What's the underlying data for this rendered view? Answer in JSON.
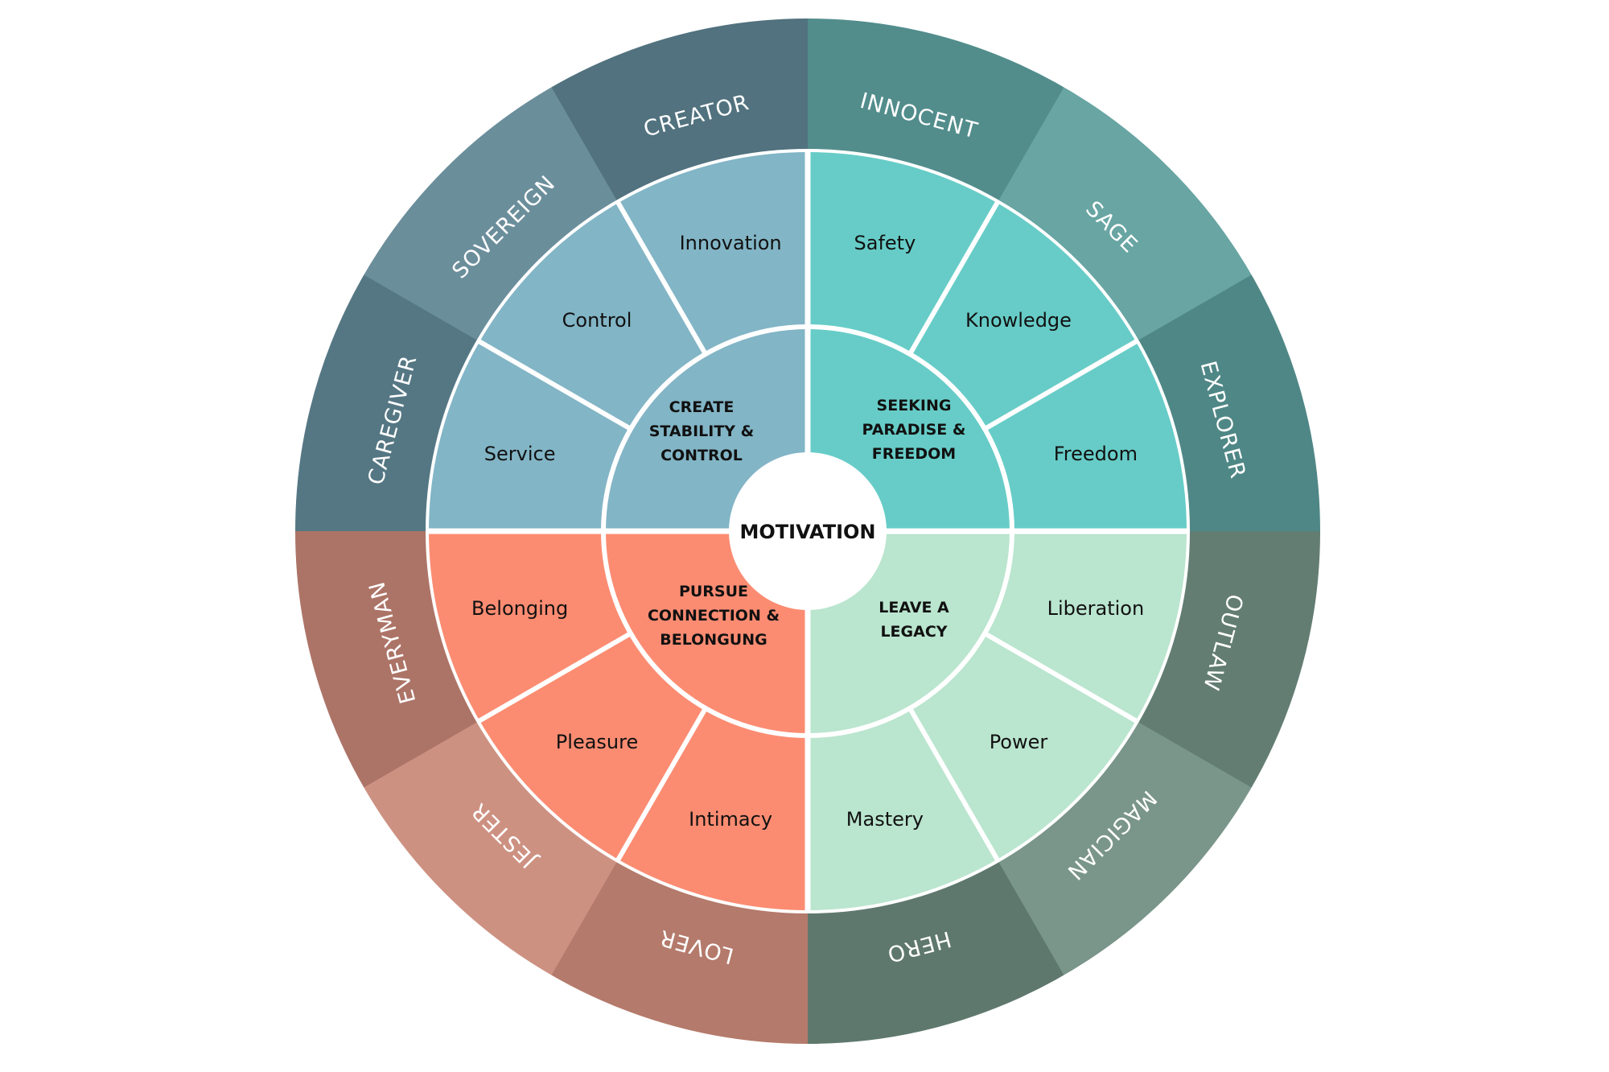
{
  "center": {
    "label": "MOTIVATION"
  },
  "quadrants": [
    {
      "id": "create",
      "hub_lines": [
        "CREATE",
        "STABILITY &",
        "CONTROL"
      ],
      "inner_color": "#82b5c6",
      "outer_color": "#5f8593",
      "values": [
        "Innovation",
        "Control",
        "Service"
      ],
      "archetypes": [
        "CREATOR",
        "SOVEREIGN",
        "CAREGIVER"
      ]
    },
    {
      "id": "seeking",
      "hub_lines": [
        "SEEKING",
        "PARADISE &",
        "FREEDOM"
      ],
      "inner_color": "#67ccc7",
      "outer_color": "#5c9e9c",
      "values": [
        "Safety",
        "Knowledge",
        "Freedom"
      ],
      "archetypes": [
        "INNOCENT",
        "SAGE",
        "EXPLORER"
      ]
    },
    {
      "id": "legacy",
      "hub_lines": [
        "LEAVE A",
        "LEGACY"
      ],
      "inner_color": "#bae5cf",
      "outer_color": "#6f8c80",
      "values": [
        "Liberation",
        "Power",
        "Mastery"
      ],
      "archetypes": [
        "OUTLAW",
        "MAGICIAN",
        "HERO"
      ]
    },
    {
      "id": "connection",
      "hub_lines": [
        "PURSUE",
        "CONNECTION &",
        "BELONGUNG"
      ],
      "inner_color": "#fb8c72",
      "outer_color": "#c98878",
      "values": [
        "Belonging",
        "Pleasure",
        "Intimacy"
      ],
      "archetypes": [
        "EVERYMAN",
        "JESTER",
        "LOVER"
      ]
    }
  ]
}
